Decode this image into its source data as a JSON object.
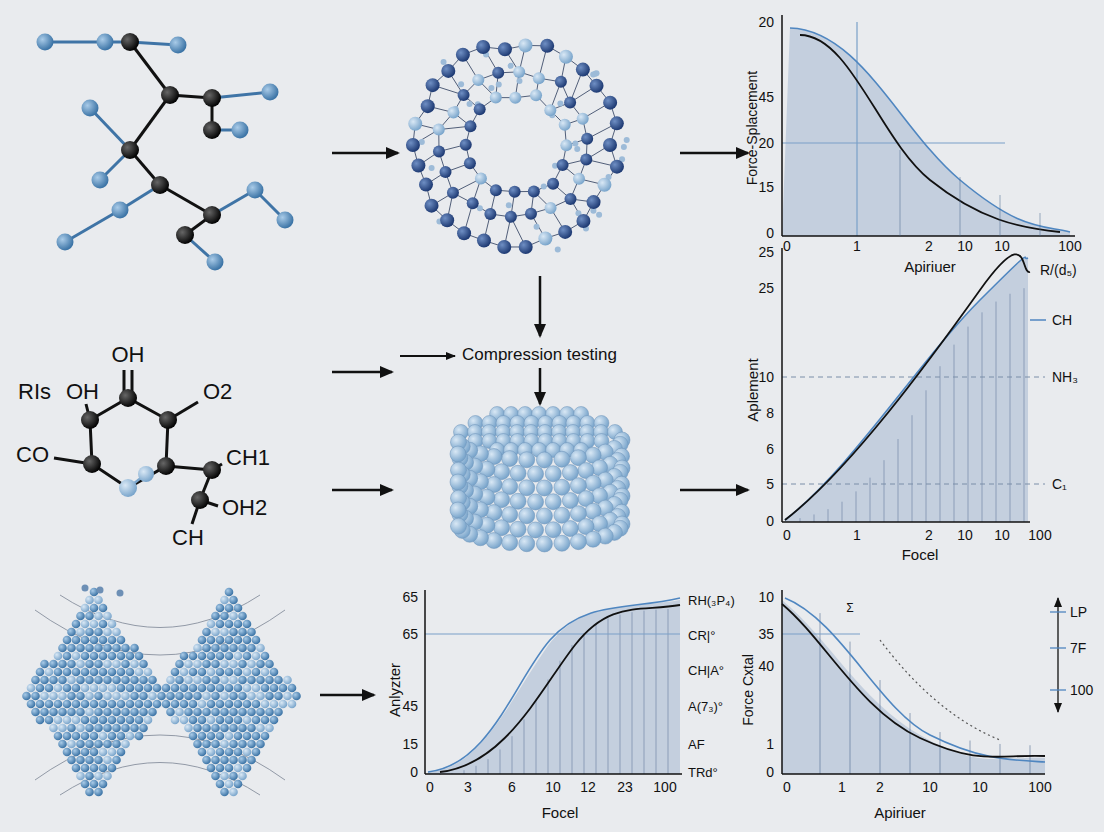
{
  "diagram": {
    "labels": [
      "20",
      "45",
      "20",
      "15",
      "0",
      "0",
      "1",
      "2",
      "10",
      "10",
      "100",
      "Force-Splacement",
      "Apiriuer",
      "RIs",
      "OH",
      "OH",
      "O2",
      "CO",
      "CH1",
      "OH2",
      "CH",
      "Compression testing",
      "25",
      "25",
      "10",
      "8",
      "6",
      "5",
      "0",
      "0",
      "1",
      "2",
      "10",
      "10",
      "100",
      "Aplement",
      "Focel",
      "R/(d₅)",
      "CH",
      "NH₃",
      "C₁",
      "65",
      "65",
      "45",
      "15",
      "0",
      "0",
      "3",
      "6",
      "10",
      "12",
      "23",
      "100",
      "Anlyzter",
      "Focel",
      "RH(₃P₄)",
      "CR|°",
      "CH|A°",
      "A(7₃)°",
      "AF",
      "TRd°",
      "10",
      "35",
      "40",
      "1",
      "0",
      "0",
      "1",
      "2",
      "10",
      "10",
      "100",
      "Force Cxtal",
      "Apiriuer",
      "Σ",
      "LP",
      "7F",
      "100"
    ]
  }
}
